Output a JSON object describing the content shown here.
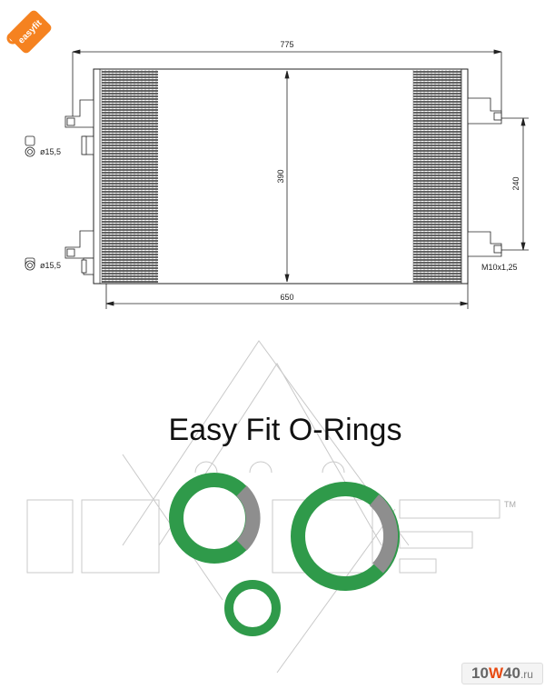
{
  "logo": {
    "text": "easyfit",
    "color": "#f58220"
  },
  "dimensions": {
    "overall_width": "775",
    "core_width": "650",
    "height": "390",
    "mount_spacing": "240",
    "port_upper": "ø15,5",
    "port_lower": "ø15,5",
    "thread": "M10x1,25"
  },
  "oring_section": {
    "title": "Easy Fit O-Rings",
    "ring_colors": {
      "green": "#2f9a4a",
      "grey": "#8e8e8e"
    }
  },
  "watermark": {
    "prefix": "10",
    "w": "W",
    "suffix": "40",
    "domain": ".ru",
    "tm": "TM"
  }
}
